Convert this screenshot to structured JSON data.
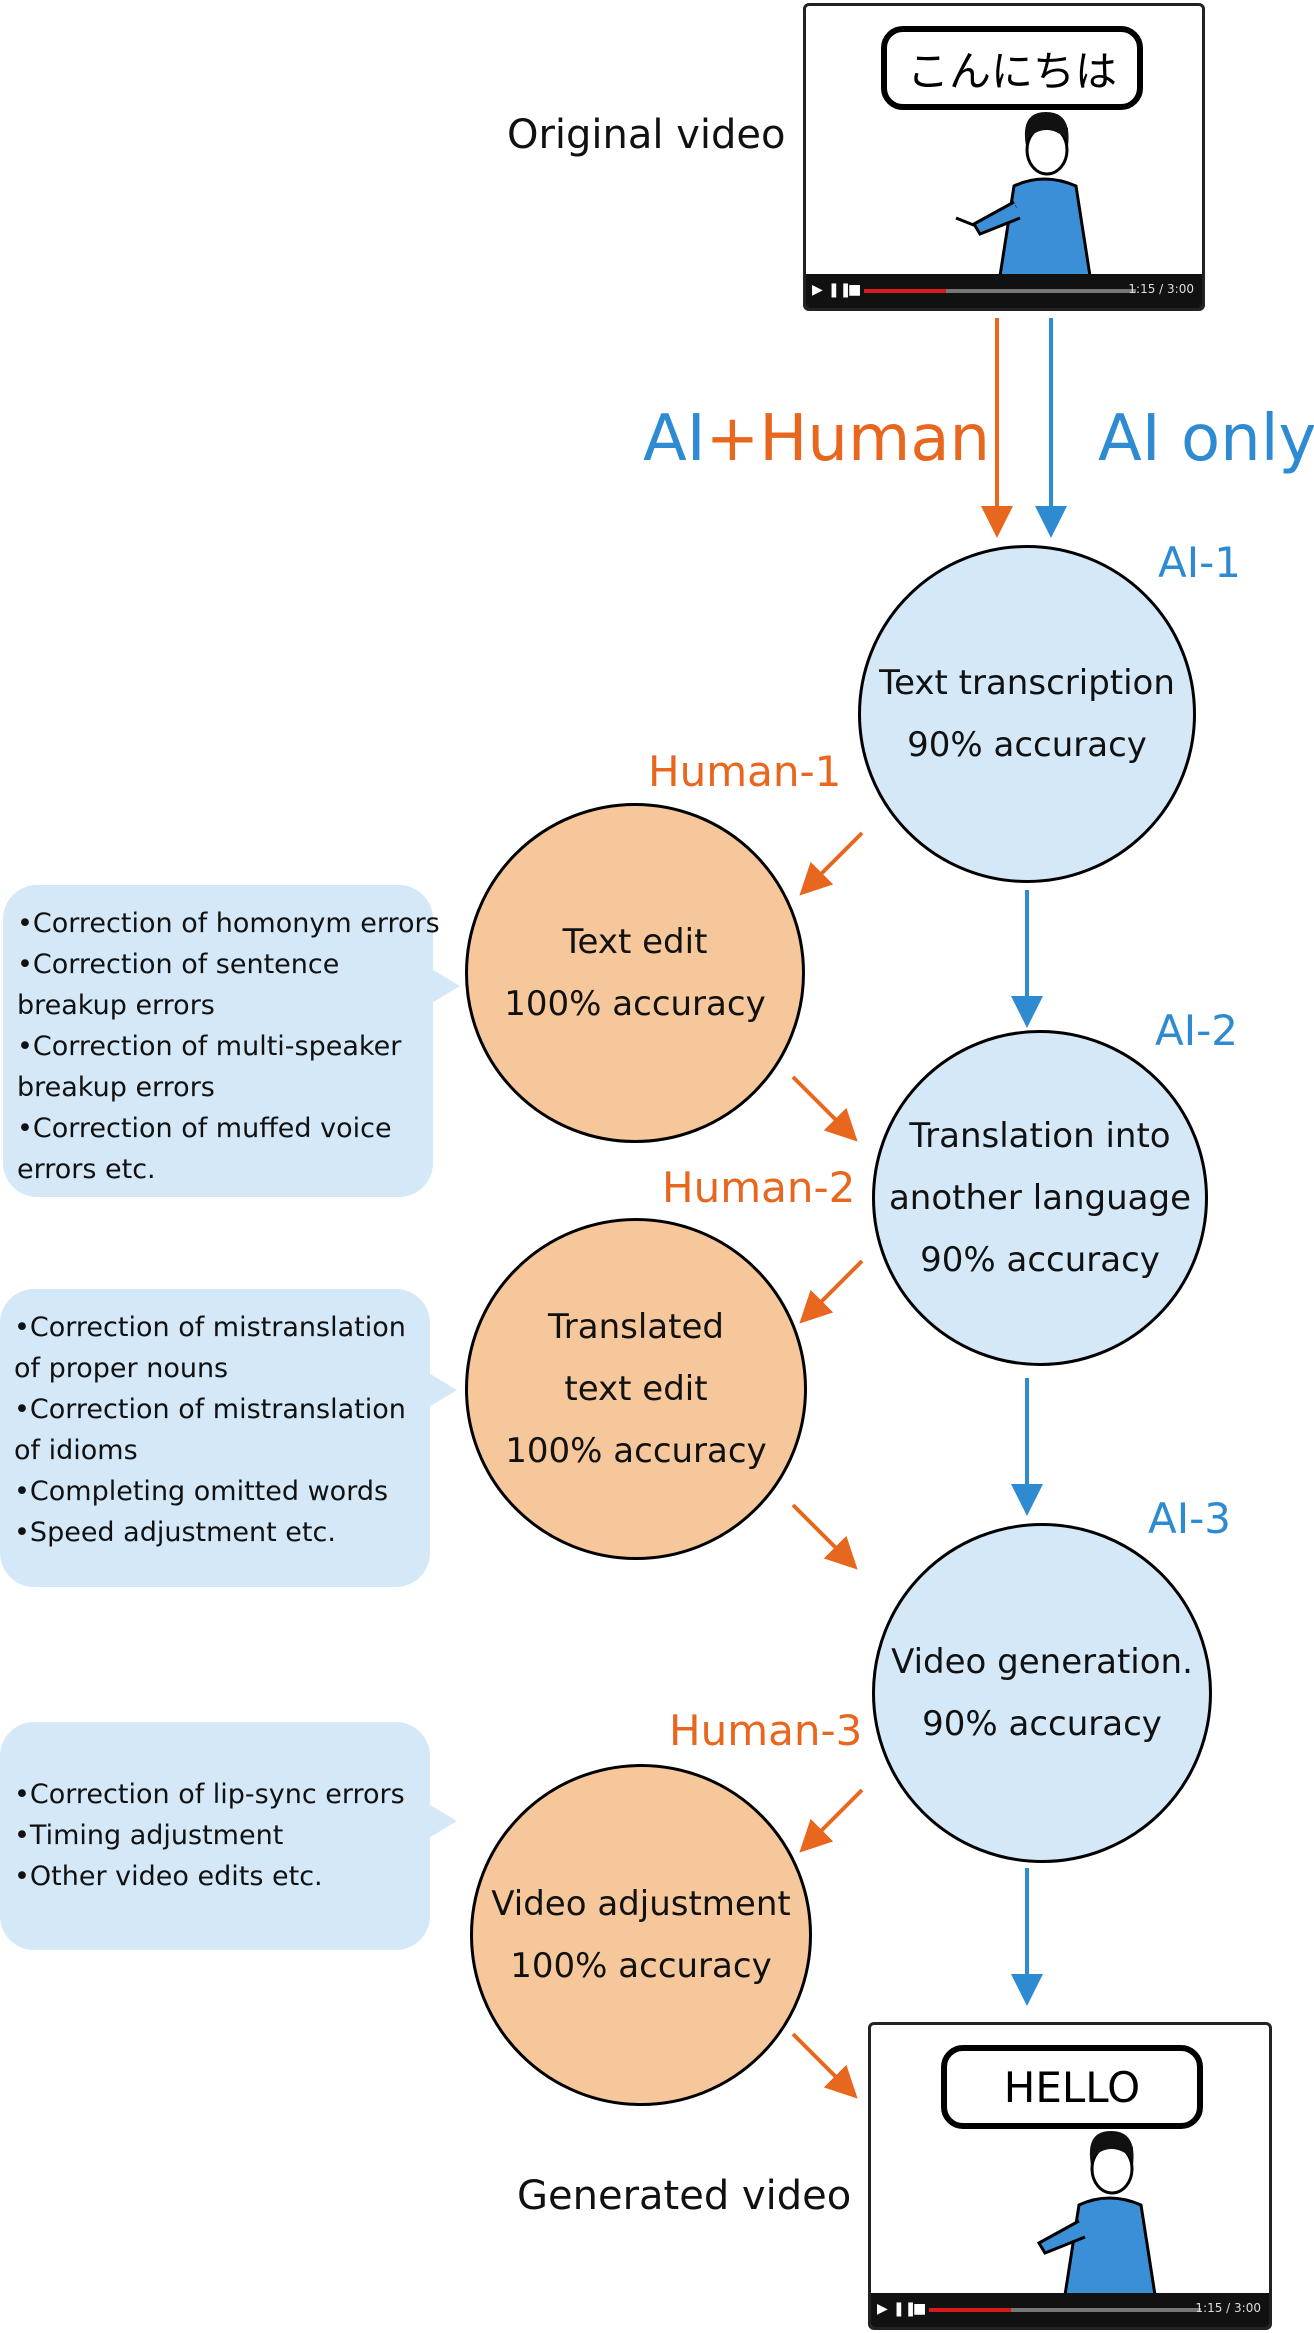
{
  "labels": {
    "original_video": "Original video",
    "generated_video": "Generated video",
    "ai_human": "AI+Human",
    "ai_only": "AI only"
  },
  "videos": {
    "original": {
      "speech": "こんにちは",
      "time": "1:15 / 3:00",
      "progress": 0.3
    },
    "generated": {
      "speech": "HELLO",
      "time": "1:15 / 3:00",
      "progress": 0.3
    }
  },
  "steps": {
    "ai1": {
      "tag": "AI-1",
      "lines": [
        "Text transcription",
        "90% accuracy"
      ]
    },
    "human1": {
      "tag": "Human-1",
      "lines": [
        "Text edit",
        "100% accuracy"
      ]
    },
    "ai2": {
      "tag": "AI-2",
      "lines": [
        "Translation into",
        "another language",
        "90% accuracy"
      ]
    },
    "human2": {
      "tag": "Human-2",
      "lines": [
        "Translated",
        "text edit",
        "100% accuracy"
      ]
    },
    "ai3": {
      "tag": "AI-3",
      "lines": [
        "Video generation.",
        "90% accuracy"
      ]
    },
    "human3": {
      "tag": "Human-3",
      "lines": [
        "Video adjustment",
        "100% accuracy"
      ]
    }
  },
  "notes": {
    "human1": [
      "•Correction of homonym errors",
      "•Correction of sentence",
      "breakup errors",
      "•Correction of multi-speaker",
      "breakup errors",
      "•Correction of muffed voice",
      "errors etc."
    ],
    "human2": [
      "•Correction of mistranslation",
      "of proper nouns",
      "•Correction of mistranslation",
      "of idioms",
      "•Completing omitted words",
      "•Speed adjustment etc."
    ],
    "human3": [
      "•Correction of lip-sync errors",
      "•Timing adjustment",
      "•Other video edits etc."
    ]
  },
  "colors": {
    "ai_blue": "#2e8bd1",
    "human_orange": "#e8671e",
    "ai_fill": "#d4e8f8",
    "human_fill": "#f6c79a"
  }
}
